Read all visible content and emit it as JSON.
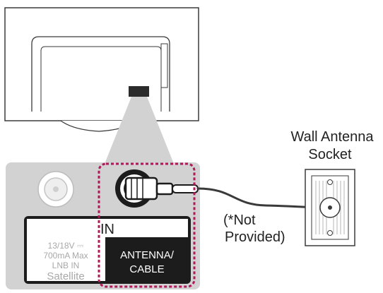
{
  "wall_socket": {
    "label_line1": "Wall Antenna",
    "label_line2": "Socket"
  },
  "cable_note": {
    "line1": "(*Not",
    "line2": "Provided)"
  },
  "panel": {
    "in_label": "IN",
    "satellite": {
      "line1": "13/18V ⎓",
      "line2": "700mA Max",
      "line3": "LNB IN",
      "line4": "Satellite"
    },
    "antenna": {
      "line1": "ANTENNA/",
      "line2": "CABLE"
    }
  },
  "colors": {
    "outline": "#3a3a3a",
    "panel_gray": "#d2d2d2",
    "highlight_dash": "#b0185a",
    "port_black": "#1c1c1c",
    "satellite_text": "#a8a8a8"
  }
}
